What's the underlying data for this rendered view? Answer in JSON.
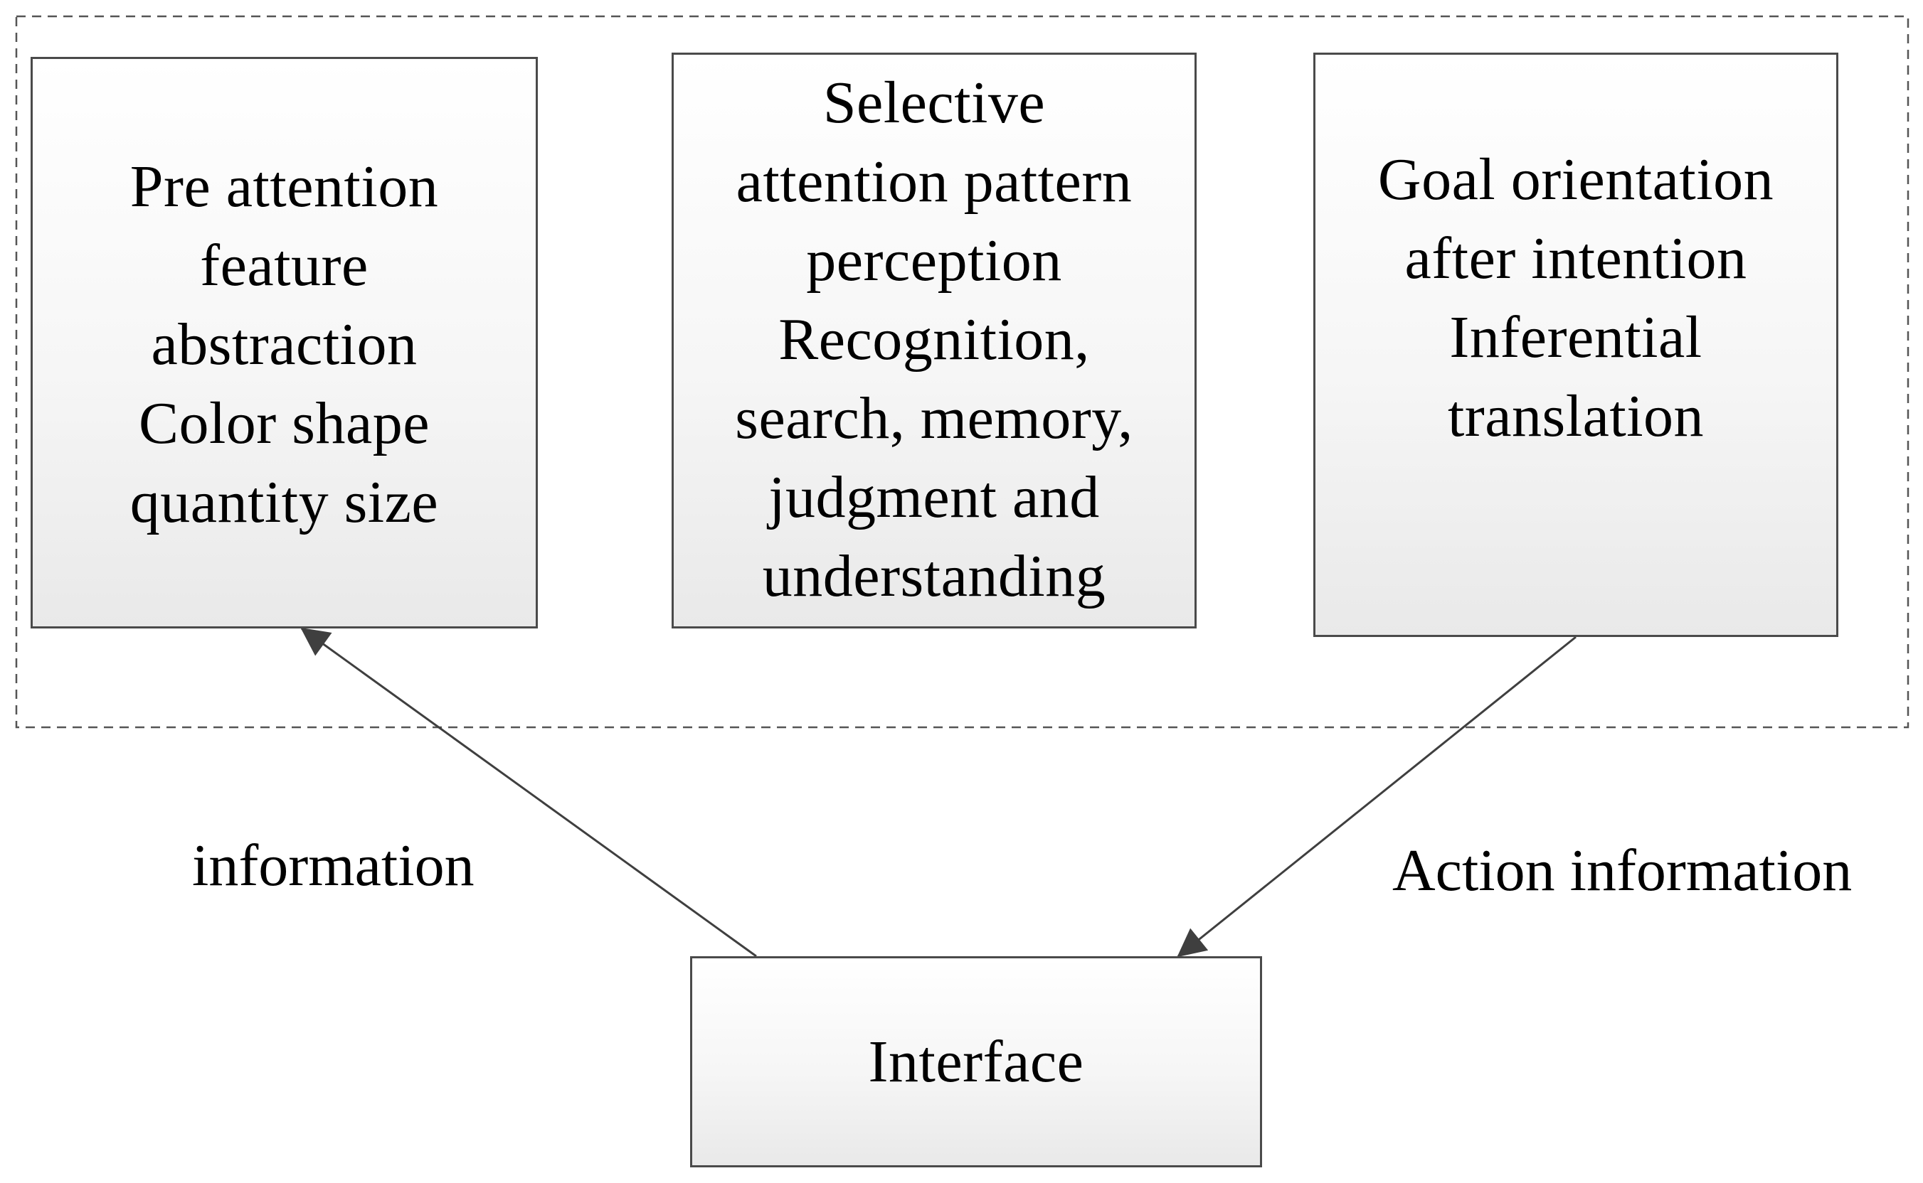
{
  "boxes": {
    "pre_attention": {
      "lines": [
        "Pre attention",
        "feature",
        "abstraction",
        "Color shape",
        "quantity size"
      ]
    },
    "selective_attention": {
      "lines": [
        "Selective",
        "attention pattern",
        "perception",
        "Recognition,",
        "search, memory,",
        "judgment and",
        "understanding"
      ]
    },
    "goal_orientation": {
      "lines": [
        "Goal orientation",
        "after intention",
        "Inferential",
        "translation"
      ]
    },
    "interface": {
      "lines": [
        "Interface"
      ]
    }
  },
  "edges": {
    "information": "information",
    "action_information": "Action information"
  },
  "colors": {
    "box_border": "#4a4a4a",
    "arrow": "#3f3f3f",
    "group_border": "#555555",
    "box_gradient_top": "#ffffff",
    "box_gradient_bottom": "#e9e9e9"
  },
  "icons": {
    "arrowhead": "filled-triangle-arrowhead"
  }
}
